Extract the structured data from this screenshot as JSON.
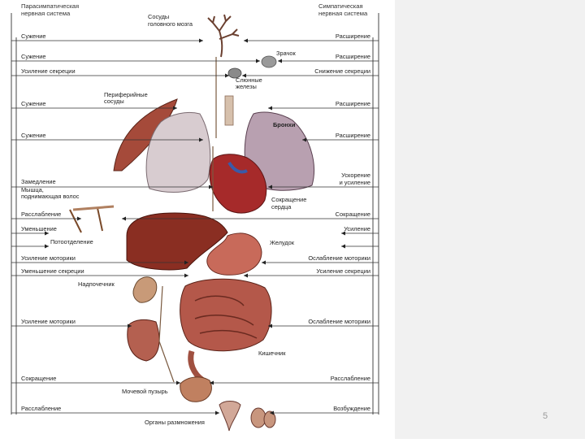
{
  "header": {
    "left_title_line1": "Парасимпатическая",
    "left_title_line2": "нервная система",
    "right_title_line1": "Симпатическая",
    "right_title_line2": "нервная система"
  },
  "organs": {
    "brain_vessels_line1": "Сосуды",
    "brain_vessels_line2": "головного мозга",
    "pupil": "Зрачок",
    "salivary_line1": "Слюнные",
    "salivary_line2": "железы",
    "peripheral_line1": "Периферийные",
    "peripheral_line2": "сосуды",
    "bronchi": "Бронхи",
    "hair_line1": "Мышца,",
    "hair_line2": "поднимающая волос",
    "heart_line1": "Сокращение",
    "heart_line2": "сердца",
    "stomach": "Желудок",
    "adrenal": "Надпочечник",
    "intestine": "Кишечник",
    "bladder": "Мочевой пузырь",
    "genitals": "Органы размножения"
  },
  "left_effects": [
    "Сужение",
    "Сужение",
    "Усиление секреции",
    "Сужение",
    "Сужение",
    [
      "Замедление"
    ],
    "Расслабление",
    "Уменьшение",
    "Потоотделение",
    "Усиление моторики",
    "Уменьшение секреции",
    "Усиление моторики",
    "Сокращение",
    "Расслабление"
  ],
  "right_effects": [
    "Расширение",
    "Расширение",
    "Снижение секреции",
    "Расширение",
    "Расширение",
    "Ускорение",
    "и усиление",
    "Сокращение",
    "Усиление",
    "Ослабление моторики",
    "Усиление секреции",
    "Ослабление моторики",
    "Расслабление",
    "Возбуждение"
  ],
  "footer": {
    "page_number": "5"
  }
}
